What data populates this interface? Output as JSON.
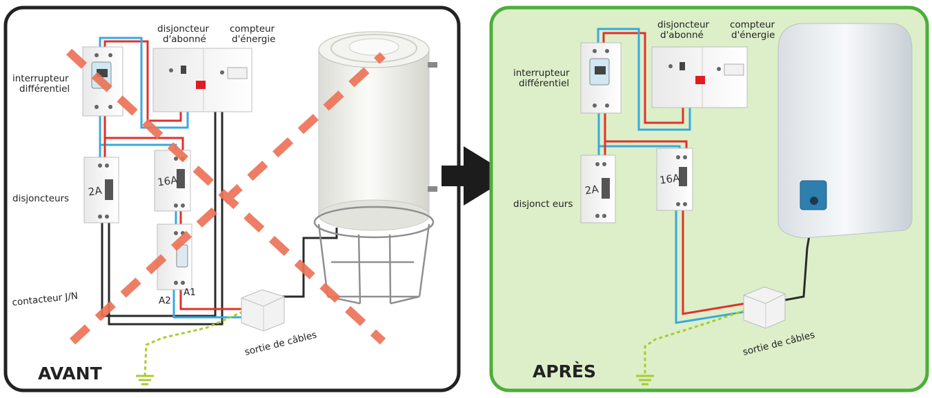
{
  "panels": {
    "avant": {
      "title": "AVANT",
      "labels": {
        "disjoncteur_abonne": [
          "disjoncteur",
          "d'abonné"
        ],
        "compteur": [
          "compteur",
          "d'énergie"
        ],
        "interrupteur": [
          "interrupteur",
          "différentiel"
        ],
        "disjoncteurs": "disjoncteurs",
        "contacteur": "contacteur J/N",
        "sortie": "sortie de câbles",
        "breaker_2a": "2A",
        "breaker_16a": "16A",
        "terminal_a2": "A2",
        "terminal_a1": "A1"
      }
    },
    "apres": {
      "title": "APRÈS",
      "labels": {
        "disjoncteur_abonne": [
          "disjoncteur",
          "d'abonné"
        ],
        "compteur": [
          "compteur",
          "d'énergie"
        ],
        "interrupteur": [
          "interrupteur",
          "différentiel"
        ],
        "disjoncteurs": "disjonct eurs",
        "sortie": "sortie de câbles",
        "breaker_2a": "2A",
        "breaker_16a": "16A"
      }
    }
  },
  "colors": {
    "avant_border": "#222222",
    "apres_border": "#4cae3a",
    "apres_fill": "#dcefc9",
    "cross_out": "#ec7458",
    "wire_red": "#e0302c",
    "wire_blue": "#3aa8dc",
    "wire_black": "#2a2a2a",
    "earth": "#a8cc2c",
    "arrow": "#1c1c1c",
    "indicator": "#e21b22"
  }
}
